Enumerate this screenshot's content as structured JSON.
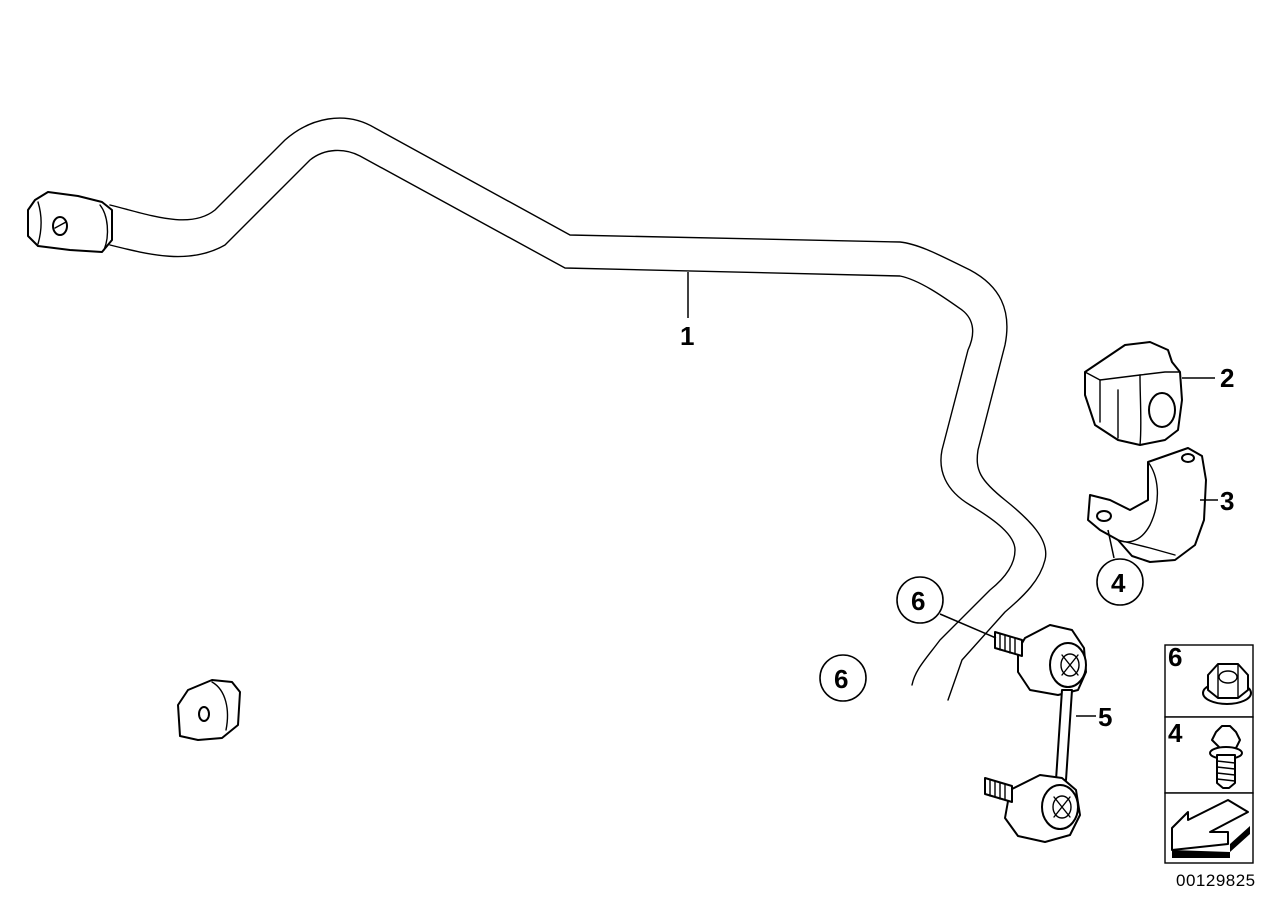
{
  "callouts": {
    "c1": "1",
    "c2": "2",
    "c3": "3",
    "c4": "4",
    "c5": "5",
    "c6a": "6",
    "c6b": "6"
  },
  "legend": {
    "item1_number": "6",
    "item1_icon": "flange-nut-icon",
    "item2_number": "4",
    "item2_icon": "torx-bolt-icon",
    "item3_icon": "direction-arrow-icon"
  },
  "diagram_code": "00129825",
  "colors": {
    "line": "#000000",
    "background": "#ffffff"
  }
}
